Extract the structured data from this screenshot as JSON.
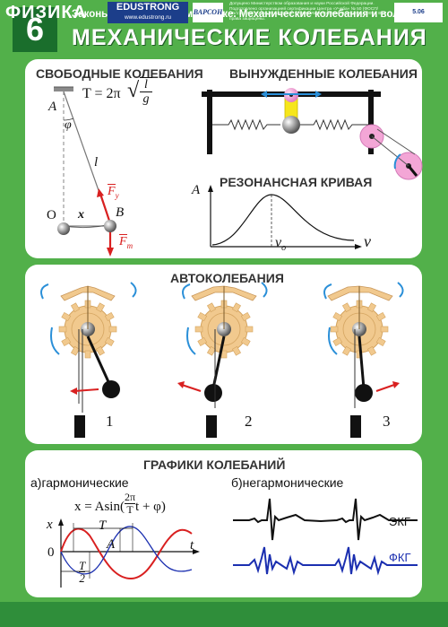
{
  "header": {
    "number": "6",
    "subtitle": "Законы сохранения в механике. Механические колебания и волны",
    "title": "МЕХАНИЧЕСКИЕ КОЛЕБАНИЯ"
  },
  "free": {
    "title": "СВОБОДНЫЕ КОЛЕБАНИЯ",
    "formula_lhs": "T = 2π",
    "formula_num": "l",
    "formula_den": "g",
    "label_A": "A",
    "label_phi": "φ",
    "label_l": "l",
    "label_O": "O",
    "label_x": "x",
    "label_B": "B",
    "label_Fy": "F",
    "label_Fy_sub": "у",
    "label_Ft": "F",
    "label_Ft_sub": "т"
  },
  "forced": {
    "title": "ВЫНУЖДЕННЫЕ КОЛЕБАНИЯ"
  },
  "resonance": {
    "title": "РЕЗОНАНСНАЯ КРИВАЯ",
    "y_label": "A",
    "peak_label": "ν",
    "peak_sub": "o",
    "x_label": "ν"
  },
  "auto": {
    "title": "АВТОКОЛЕБАНИЯ",
    "labels": [
      "1",
      "2",
      "3"
    ]
  },
  "graphs": {
    "title": "ГРАФИКИ КОЛЕБАНИЙ",
    "harmonic_label": "а)гармонические",
    "nonharmonic_label": "б)негармонические",
    "formula_left": "x = Asin(",
    "formula_num": "2π",
    "formula_den": "T",
    "formula_right": "t + φ)",
    "axis_x": "x",
    "axis_t": "t",
    "origin": "0",
    "label_T": "T",
    "label_A": "A",
    "label_T2_num": "T",
    "label_T2_den": "2",
    "ecg_label": "ЭКГ",
    "pcg_label": "ФКГ"
  },
  "footer": {
    "brand": "ФИЗИКА",
    "edu": "EDUSTRONG",
    "edu_url": "www.edustrong.ru",
    "logo": "ВАРСОН",
    "fine": "Допущено Министерством образования и науки Российской Федерации. Подготовлено организацией сертификации Центра «Учеба» № 50 (ФОСП/ЛБ/179-109). Автор: Ф.А. Орлов. © ООО Издательство «ВАРСОН», 2009 г. Все права защищены.",
    "code": "5.06"
  },
  "colors": {
    "green_bg": "#52b04a",
    "dark_green": "#1a6e2c",
    "red": "#d92020",
    "blue": "#1b2fb0",
    "pink": "#f3a6d6",
    "gear": "#f1c98e",
    "arrow_blue": "#2a8fd8"
  }
}
